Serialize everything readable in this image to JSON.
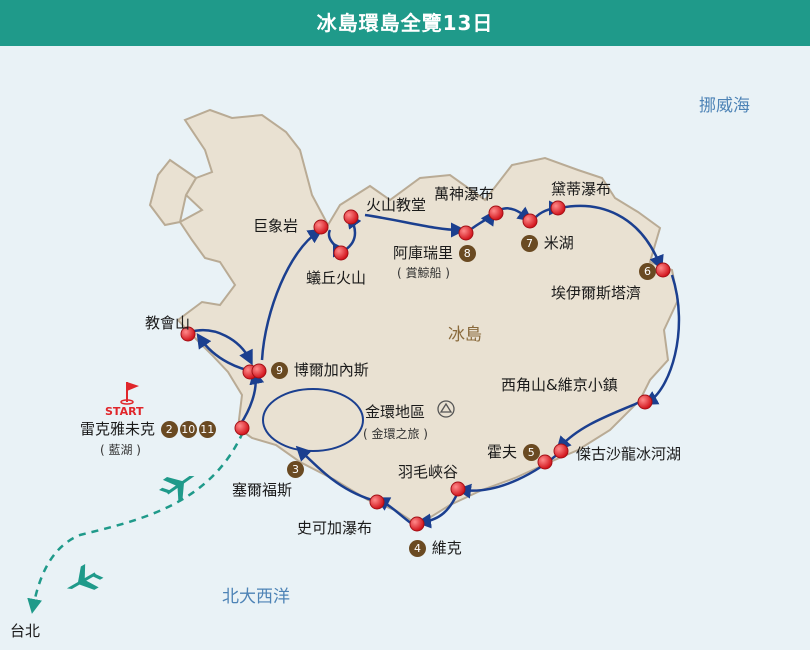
{
  "title": "冰島環島全覽13日",
  "seas": {
    "norwegian": "挪威海",
    "atlantic": "北大西洋"
  },
  "country": "冰島",
  "start_text": "START",
  "start_place": "雷克雅未克",
  "start_sub": "( 藍湖 )",
  "start_days": [
    "2",
    "10",
    "11"
  ],
  "origin": "台北",
  "golden_circle": {
    "name": "金環地區",
    "sub": "( 金環之旅 )"
  },
  "akureyri": {
    "name": "阿庫瑞里",
    "day": "8",
    "sub": "( 賞鯨船 )"
  },
  "stops": {
    "kirkjufell": "教會山",
    "borgarnes": "博爾加內斯",
    "borgarnes_day": "9",
    "selfoss": "塞爾福斯",
    "selfoss_day": "3",
    "skogafoss": "史可加瀑布",
    "vik": "維克",
    "vik_day": "4",
    "fjadrargljufur": "羽毛峽谷",
    "hof": "霍夫",
    "hof_day": "5",
    "jokulsarlon": "傑古沙龍冰河湖",
    "stokksnes": "西角山&維京小鎮",
    "egilsstadir": "埃伊爾斯塔濟",
    "egilsstadir_day": "6",
    "dettifoss": "黛蒂瀑布",
    "myvatn": "米湖",
    "myvatn_day": "7",
    "godafoss": "萬神瀑布",
    "church": "火山教堂",
    "hvitserkur": "巨象岩",
    "hverfjall": "蟻丘火山"
  }
}
